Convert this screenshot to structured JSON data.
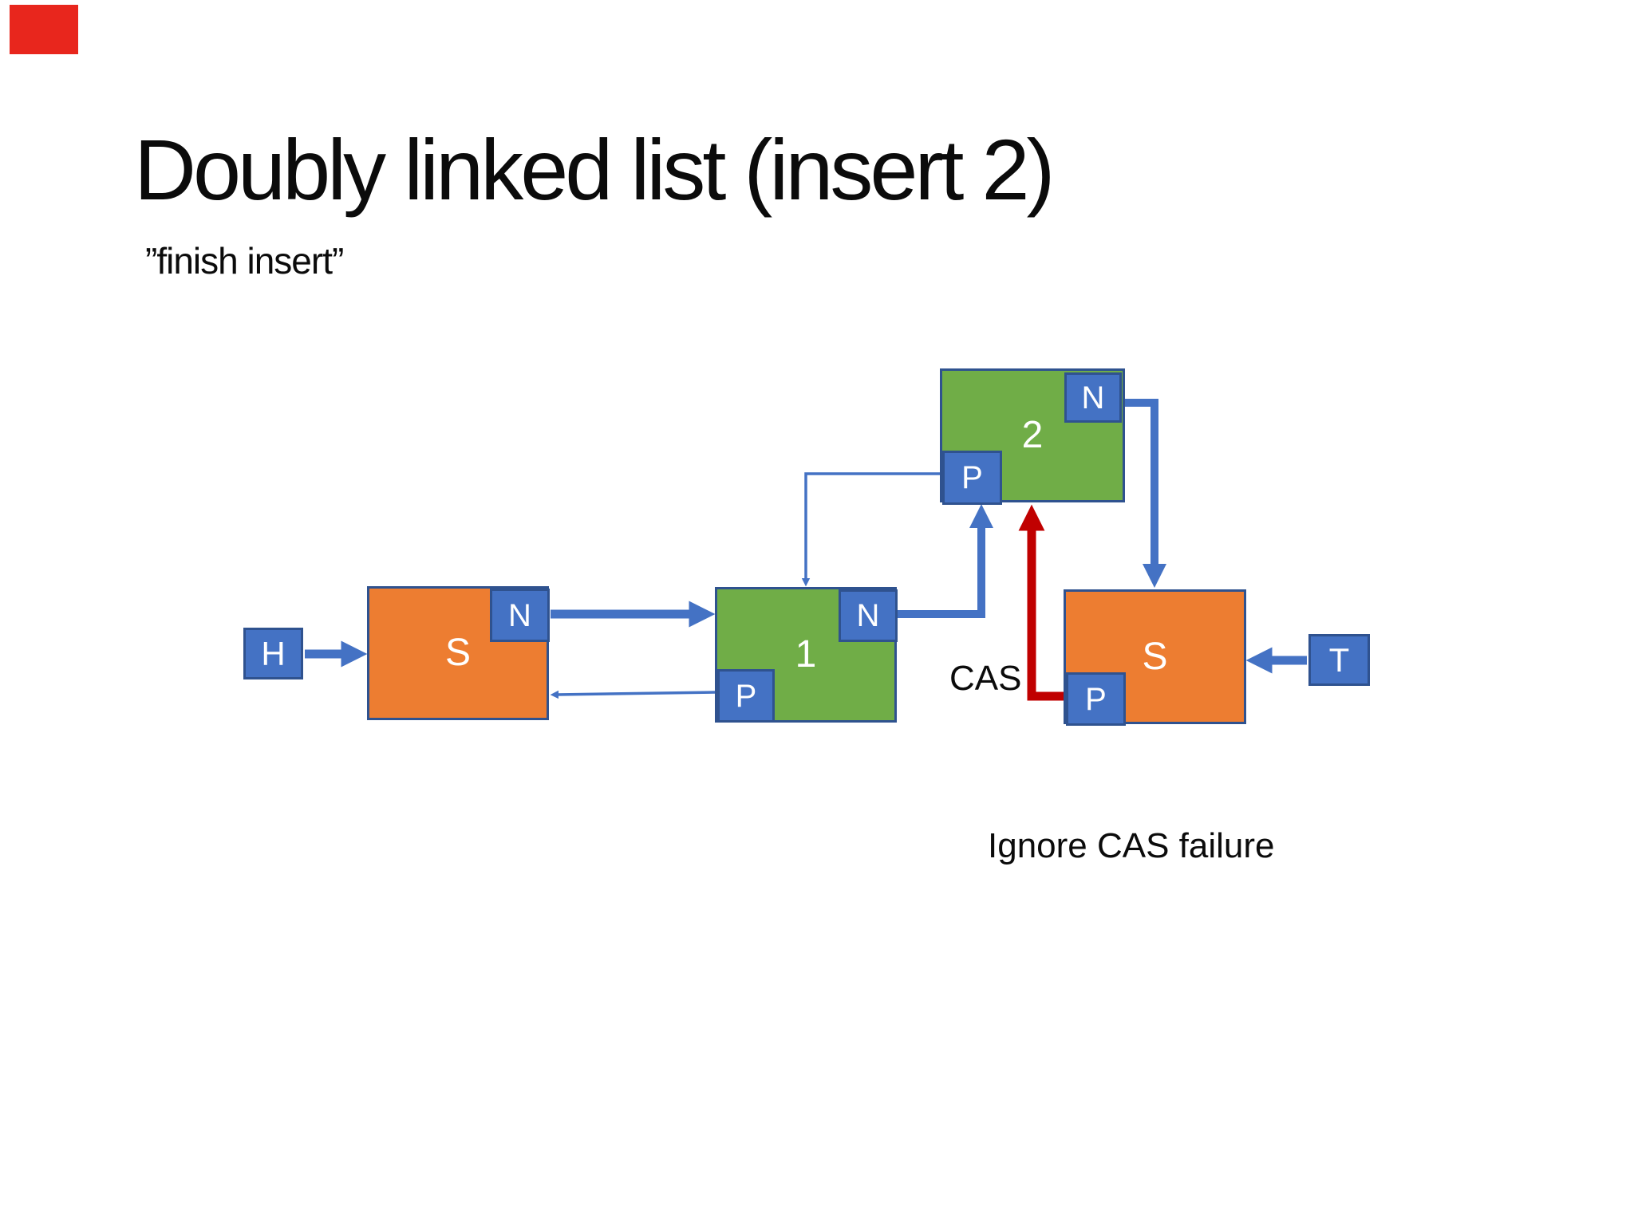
{
  "slide": {
    "title": "Doubly linked list (insert 2)",
    "subtitle": "”finish insert”",
    "cas_label": "CAS",
    "note": "Ignore CAS failure"
  },
  "colors": {
    "orange": "#ED7D31",
    "green": "#70AD47",
    "blue": "#4472C4",
    "dark_border": "#2F528F",
    "red": "#C00000",
    "text": "#0B0B0B",
    "box_text": "#FFFFFF",
    "background": "#FFFFFF",
    "recording_red": "#E8261D"
  },
  "nodes": {
    "head": {
      "value": "S",
      "next": "N"
    },
    "node1": {
      "value": "1",
      "next": "N",
      "prev": "P"
    },
    "node2": {
      "value": "2",
      "next": "N",
      "prev": "P"
    },
    "tail": {
      "value": "S",
      "prev": "P"
    },
    "head_ref": {
      "label": "H"
    },
    "tail_ref": {
      "label": "T"
    }
  }
}
